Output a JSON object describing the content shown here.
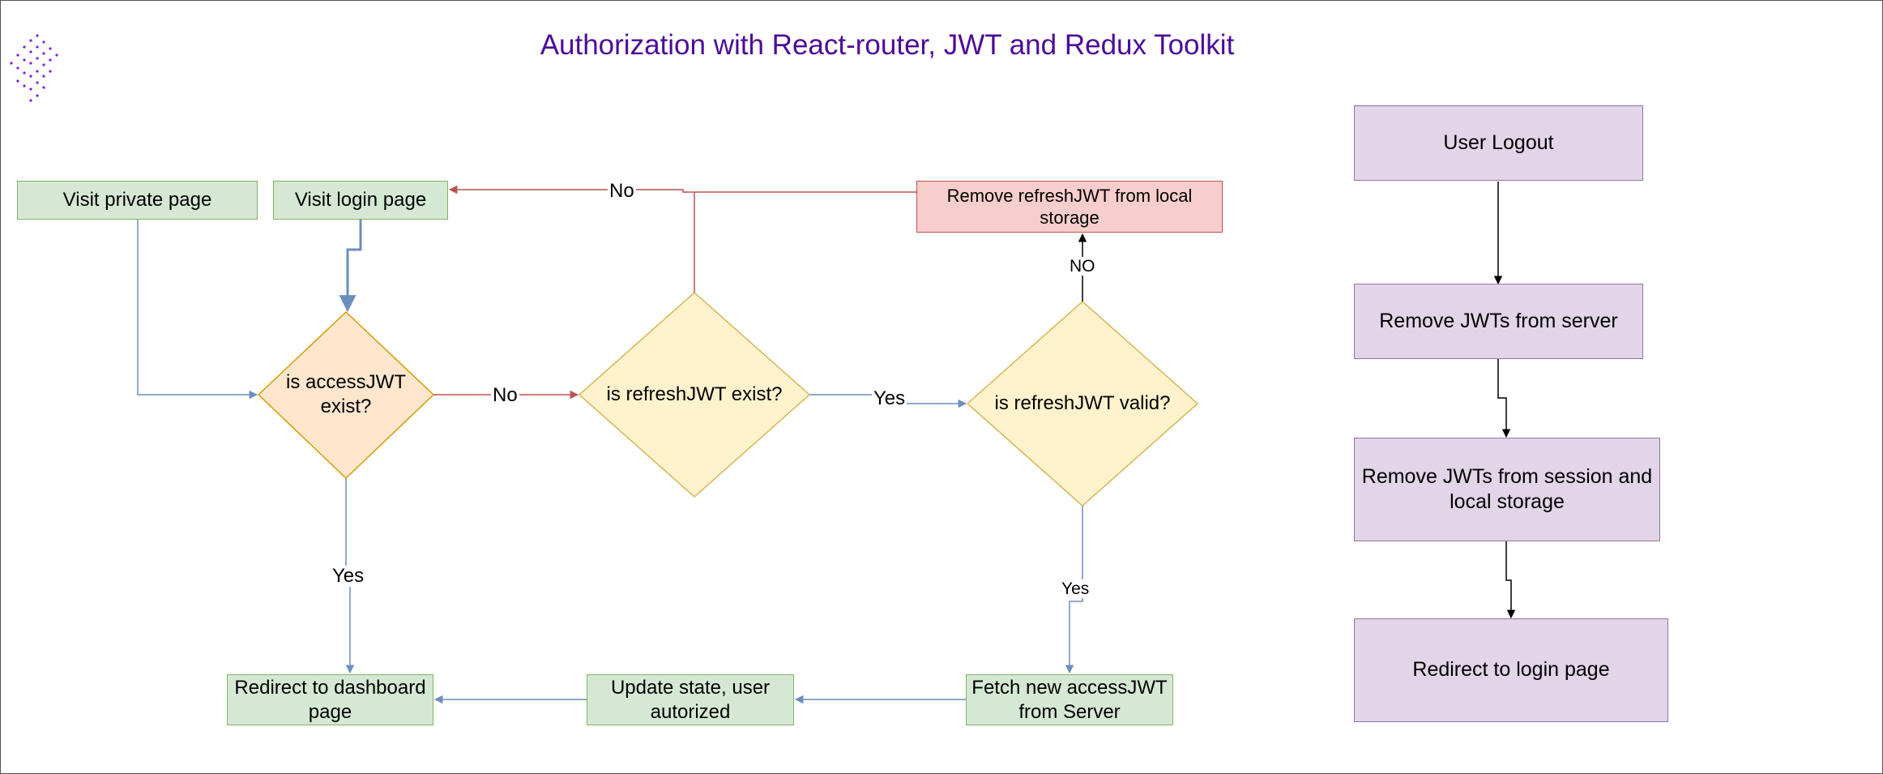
{
  "title": "Authorization with React-router, JWT and Redux Toolkit",
  "colors": {
    "title": "#4c0c99",
    "blue_edge": "#6c8ebf",
    "red_edge": "#b85450",
    "black_edge": "#000000",
    "orange_fill": "#ffe6cc",
    "orange_stroke": "#d79b00",
    "yellow_fill": "#fff2cc",
    "yellow_stroke": "#d6b656"
  },
  "nodes": {
    "visit_private": "Visit private page",
    "visit_login": "Visit login page",
    "access_exist": "is accessJWT exist?",
    "refresh_exist": "is refreshJWT exist?",
    "refresh_valid": "is refreshJWT valid?",
    "remove_refresh": "Remove refreshJWT from local storage",
    "redirect_dashboard": "Redirect to dashboard page",
    "update_state": "Update state, user autorized",
    "fetch_access": "Fetch new accessJWT from Server",
    "user_logout": "User Logout",
    "remove_server": "Remove JWTs from server",
    "remove_storage": "Remove JWTs from session and local storage",
    "redirect_login": "Redirect to login page"
  },
  "edge_labels": {
    "no_access": "No",
    "yes_access": "Yes",
    "yes_refresh": "Yes",
    "no_refresh": "No",
    "no_valid": "NO",
    "yes_valid": "Yes"
  }
}
